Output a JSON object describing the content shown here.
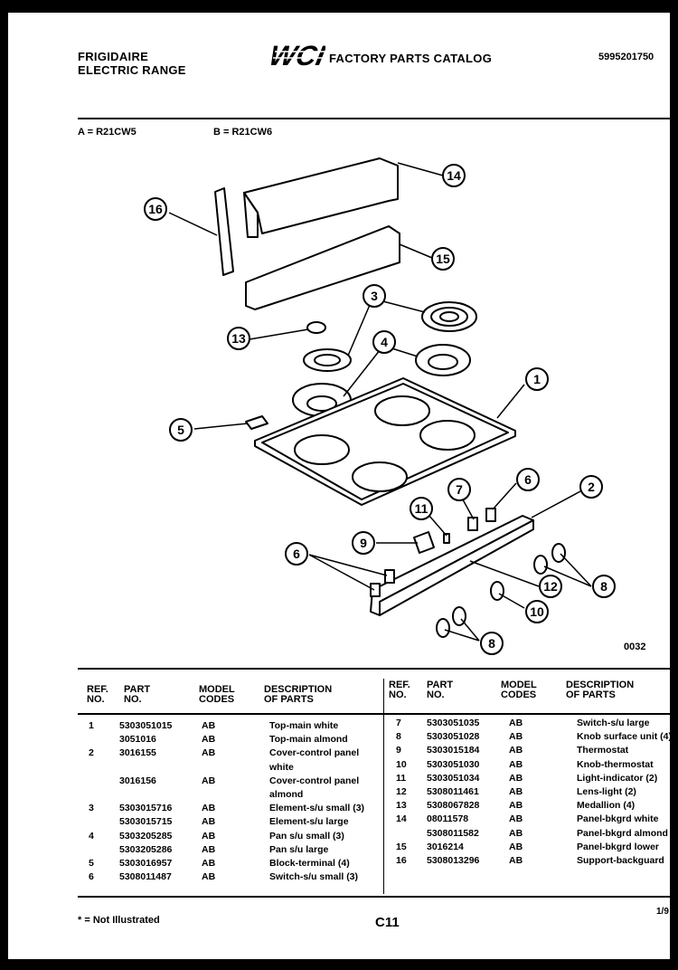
{
  "header": {
    "brand_line1": "FRIGIDAIRE",
    "brand_line2": "ELECTRIC RANGE",
    "logo_text": "WCI",
    "title": "FACTORY PARTS CATALOG",
    "catalog_number": "5995201750"
  },
  "models": {
    "a": "A = R21CW5",
    "b": "B = R21CW6"
  },
  "diagram": {
    "code": "0032",
    "callouts": [
      "1",
      "2",
      "3",
      "4",
      "5",
      "6",
      "7",
      "8",
      "9",
      "10",
      "11",
      "12",
      "13",
      "14",
      "15",
      "16"
    ]
  },
  "table": {
    "headers": {
      "ref": "REF.\nNO.",
      "part": "PART\nNO.",
      "model": "MODEL\nCODES",
      "desc": "DESCRIPTION\nOF PARTS"
    },
    "left_rows": [
      {
        "ref": "1",
        "part": "5303051015",
        "code": "AB",
        "desc": "Top-main white"
      },
      {
        "ref": "",
        "part": "3051016",
        "code": "AB",
        "desc": "Top-main almond"
      },
      {
        "ref": "2",
        "part": "3016155",
        "code": "AB",
        "desc": "Cover-control panel"
      },
      {
        "ref": "",
        "part": "",
        "code": "",
        "desc": "white"
      },
      {
        "ref": "",
        "part": "3016156",
        "code": "AB",
        "desc": "Cover-control panel"
      },
      {
        "ref": "",
        "part": "",
        "code": "",
        "desc": "almond"
      },
      {
        "ref": "3",
        "part": "5303015716",
        "code": "AB",
        "desc": "Element-s/u small (3)"
      },
      {
        "ref": "",
        "part": "5303015715",
        "code": "AB",
        "desc": "Element-s/u large"
      },
      {
        "ref": "4",
        "part": "5303205285",
        "code": "AB",
        "desc": "Pan s/u small (3)"
      },
      {
        "ref": "",
        "part": "5303205286",
        "code": "AB",
        "desc": "Pan s/u large"
      },
      {
        "ref": "5",
        "part": "5303016957",
        "code": "AB",
        "desc": "Block-terminal (4)"
      },
      {
        "ref": "6",
        "part": "5308011487",
        "code": "AB",
        "desc": "Switch-s/u small (3)"
      }
    ],
    "right_rows": [
      {
        "ref": "7",
        "part": "5303051035",
        "code": "AB",
        "desc": "Switch-s/u large"
      },
      {
        "ref": "8",
        "part": "5303051028",
        "code": "AB",
        "desc": "Knob surface unit (4)"
      },
      {
        "ref": "9",
        "part": "5303015184",
        "code": "AB",
        "desc": "Thermostat"
      },
      {
        "ref": "10",
        "part": "5303051030",
        "code": "AB",
        "desc": "Knob-thermostat"
      },
      {
        "ref": "11",
        "part": "5303051034",
        "code": "AB",
        "desc": "Light-indicator (2)"
      },
      {
        "ref": "12",
        "part": "5308011461",
        "code": "AB",
        "desc": "Lens-light (2)"
      },
      {
        "ref": "13",
        "part": "5308067828",
        "code": "AB",
        "desc": "Medallion (4)"
      },
      {
        "ref": "14",
        "part": "08011578",
        "code": "AB",
        "desc": "Panel-bkgrd white"
      },
      {
        "ref": "",
        "part": "5308011582",
        "code": "AB",
        "desc": "Panel-bkgrd almond"
      },
      {
        "ref": "15",
        "part": "3016214",
        "code": "AB",
        "desc": "Panel-bkgrd lower"
      },
      {
        "ref": "16",
        "part": "5308013296",
        "code": "AB",
        "desc": "Support-backguard"
      }
    ]
  },
  "footer": {
    "note": "* = Not Illustrated",
    "page": "C11",
    "date": "1/9"
  }
}
